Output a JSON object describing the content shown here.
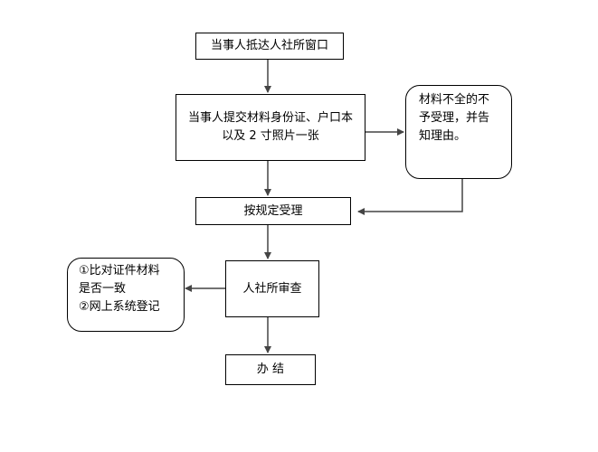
{
  "steps": {
    "arrive": "当事人抵达人社所窗口",
    "submit_line1": "当事人提交材料身份证、户口本",
    "submit_line2": "以及 2 寸照片一张",
    "incomplete_line1": "材料不全的不",
    "incomplete_line2": "予受理，并告",
    "incomplete_line3": "知理由。",
    "accept": "按规定受理",
    "review": "人社所审查",
    "review_notes_line1": "①比对证件材料",
    "review_notes_line2": "是否一致",
    "review_notes_line3": "②网上系统登记",
    "complete": "办 结"
  },
  "colors": {
    "stroke": "#000000",
    "connector": "#444444",
    "background": "#ffffff"
  }
}
